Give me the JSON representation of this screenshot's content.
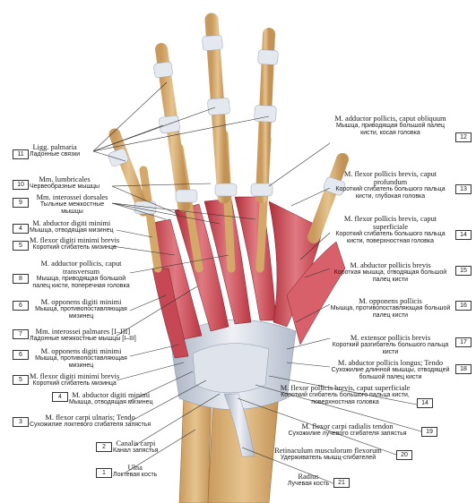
{
  "labels": [
    {
      "id": "11",
      "latin": "Ligg. palmaria",
      "russian": "Ладонные связки"
    },
    {
      "id": "12",
      "latin": "M. adductor pollicis, caput obliquum",
      "russian": "Мышца, приводящая большой палец кисти, косая головка"
    },
    {
      "id": "10",
      "latin": "Mm. lumbricales",
      "russian": "Червеобразные мышцы"
    },
    {
      "id": "13",
      "latin": "M. flexor pollicis brevis, caput profundum",
      "russian": "Короткий сгибатель большого пальца кисти, глубокая головка"
    },
    {
      "id": "9",
      "latin": "Mm. interossei dorsales",
      "russian": "Тыльные межкостные мышцы"
    },
    {
      "id": "4",
      "latin": "M. abductor digiti minimi",
      "russian": "Мышца, отводящая мизинец"
    },
    {
      "id": "14",
      "latin": "M. flexor pollicis brevis, caput superficiale",
      "russian": "Короткий сгибатель большого пальца кисти, поверхностная головка"
    },
    {
      "id": "5",
      "latin": "M. flexor digiti minimi brevis",
      "russian": "Короткий сгибатель мизинца"
    },
    {
      "id": "8",
      "latin": "M. adductor pollicis, caput transversum",
      "russian": "Мышца, приводящая большой палец кисти, поперечная головка"
    },
    {
      "id": "15",
      "latin": "M. abductor pollicis brevis",
      "russian": "Короткая мышца, отводящая большой палец кисти"
    },
    {
      "id": "6",
      "latin": "M. opponens digiti minimi",
      "russian": "Мышца, противопоставляющая мизинец"
    },
    {
      "id": "16",
      "latin": "M. opponens pollicis",
      "russian": "Мышца, противопоставляющая большой палец кисти"
    },
    {
      "id": "7",
      "latin": "Mm. interossei palmares [I–III]",
      "russian": "Ладонные межкостные мышцы [I–III]"
    },
    {
      "id": "17",
      "latin": "M. extensor pollicis brevis",
      "russian": "Короткий разгибатель большого пальца кисти"
    },
    {
      "id": "6b",
      "latin": "M. opponens digiti minimi",
      "russian": "Мышца, противопоставляющая мизинец"
    },
    {
      "id": "18",
      "latin": "M. abductor pollicis longus; Tendo",
      "russian": "Сухожилие длинной мышцы, отводящей большой палец кисти"
    },
    {
      "id": "5b",
      "latin": "M. flexor digiti minimi brevis",
      "russian": "Короткий сгибатель мизинца"
    },
    {
      "id": "4b",
      "latin": "M. abductor digiti minimi",
      "russian": "Мышца, отводящая мизинец"
    },
    {
      "id": "14b",
      "latin": "M. flexor pollicis brevis, caput superficiale",
      "russian": "Короткий сгибатель большого пальца кисти, поверхностная головка"
    },
    {
      "id": "3",
      "latin": "M. flexor carpi ulnaris; Tendo",
      "russian": "Сухожилие локтевого сгибателя запястья"
    },
    {
      "id": "19",
      "latin": "M. flexor carpi radialis tendon",
      "russian": "Сухожилие лучевого сгибателя запястья"
    },
    {
      "id": "2",
      "latin": "Canalis carpi",
      "russian": "Канал запястья"
    },
    {
      "id": "20",
      "latin": "Retinaculum musculorum flexorum",
      "russian": "Удерживатель мышц-сгибателей"
    },
    {
      "id": "1",
      "latin": "Ulna",
      "russian": "Локтевая кость"
    },
    {
      "id": "21",
      "latin": "Radius",
      "russian": "Лучевая кость"
    }
  ],
  "numbers": [
    "11",
    "12",
    "10",
    "13",
    "9",
    "4",
    "14",
    "5",
    "8",
    "15",
    "6",
    "16",
    "7",
    "17",
    "6",
    "18",
    "5",
    "4",
    "14",
    "3",
    "19",
    "2",
    "20",
    "1",
    "21"
  ],
  "colors": {
    "muscle": "#c8404a",
    "muscle_light": "#e08088",
    "bone": "#d9b27a",
    "tendon": "#cfd6e2",
    "ligament": "#e8ecf2"
  }
}
